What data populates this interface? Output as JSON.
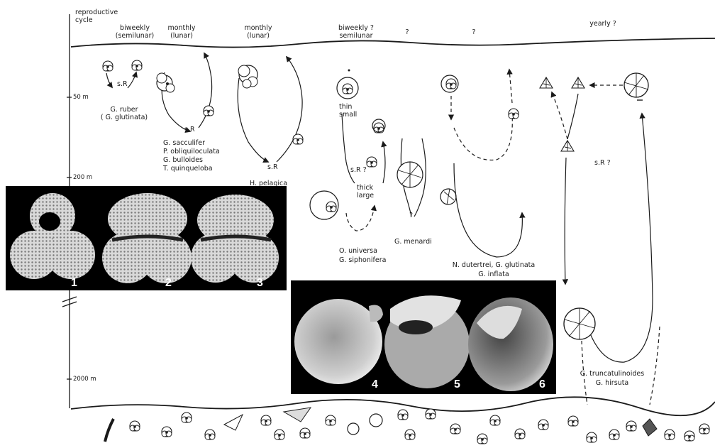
{
  "axis": {
    "title": [
      "reproductive",
      "cycle"
    ],
    "depths": [
      "50 m",
      "200 m",
      "2000 m"
    ]
  },
  "cycles": [
    [
      "biweekly",
      "(semilunar)"
    ],
    [
      "monthly",
      "(lunar)"
    ],
    [
      "monthly",
      "(lunar)"
    ],
    [
      "biweekly ?",
      "semilunar"
    ],
    [
      "?"
    ],
    [
      "?"
    ],
    [
      "yearly ?"
    ]
  ],
  "groups": {
    "ruber": [
      "G. ruber",
      "( G. glutinata)"
    ],
    "sacculifer": [
      "G. sacculifer",
      "P. obliquiloculata",
      "G. bulloides",
      "T. quinqueloba"
    ],
    "pelagica": [
      "H. pelagica"
    ],
    "universa": [
      "O. universa",
      "G. siphonifera"
    ],
    "menardi": [
      "G. menardi"
    ],
    "dutertrei": [
      "N. dutertrei, G. glutinata",
      "G. inflata"
    ],
    "truncatulinoides": [
      "G. truncatulinoides",
      "G. hirsuta"
    ]
  },
  "annotations": {
    "sR": "s.R",
    "sRq": "s.R ?",
    "thin": [
      "thin",
      "small"
    ],
    "thick": [
      "thick",
      "large"
    ],
    "q": "?"
  },
  "photos": {
    "panel_a": [
      "1",
      "2",
      "3"
    ],
    "panel_b": [
      "4",
      "5",
      "6"
    ]
  }
}
